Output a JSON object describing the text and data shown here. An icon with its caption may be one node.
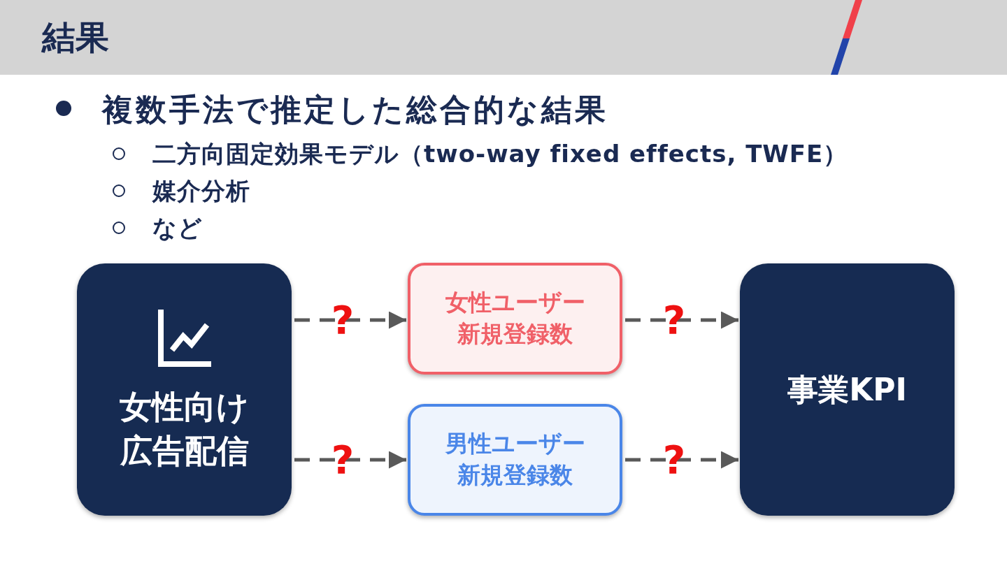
{
  "diagram": {
    "title": "結果",
    "nodes": [
      {
        "text": [
          "女性向け広告配信"
        ]
      },
      {
        "text": [
          "女性ユーザー新規登録数"
        ]
      },
      {
        "text": [
          "男性ユーザー新規登録数"
        ]
      },
      {
        "text": [
          "事業KPI"
        ]
      }
    ],
    "edges": [
      {
        "from": 0,
        "to": 1,
        "arrow": "to",
        "style": "dashed",
        "label": "?"
      },
      {
        "from": 0,
        "to": 2,
        "arrow": "to",
        "style": "dashed",
        "label": "?"
      },
      {
        "from": 1,
        "to": 3,
        "arrow": "to",
        "style": "dashed",
        "label": "?"
      },
      {
        "from": 2,
        "to": 3,
        "arrow": "to",
        "style": "dashed",
        "label": "?"
      }
    ],
    "labels": [
      "複数手法で推定した総合的な結果",
      "二方向固定効果モデル（two-way fixed effects, TWFE）",
      "媒介分析",
      "など"
    ]
  }
}
